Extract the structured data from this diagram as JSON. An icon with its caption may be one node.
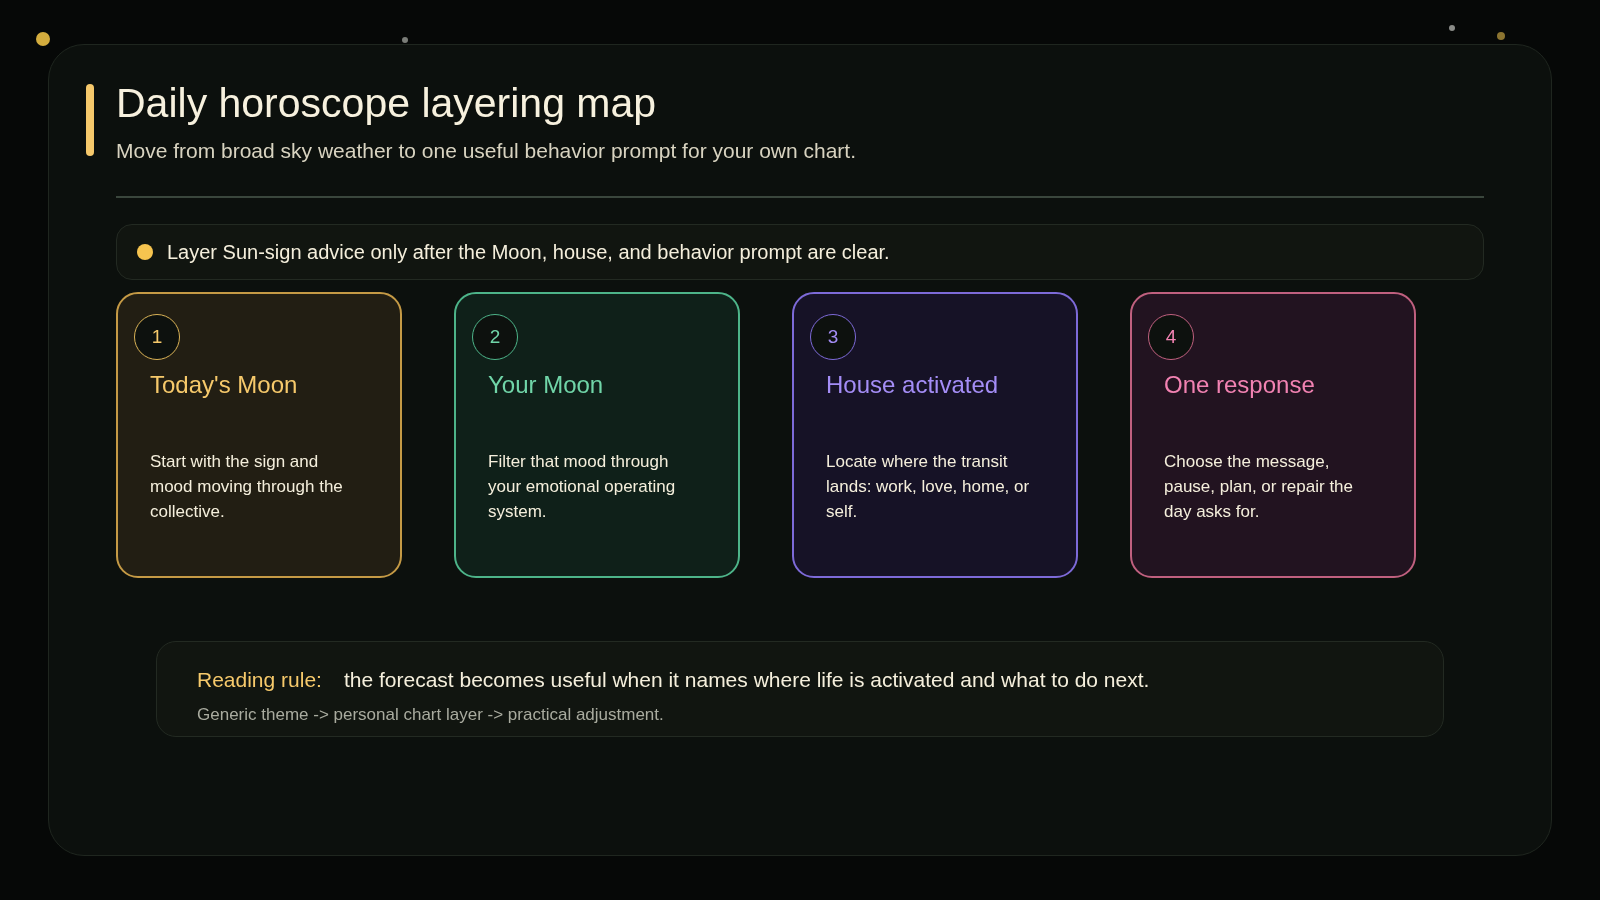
{
  "diagram": {
    "title": "Daily horoscope layering map",
    "nodes": [
      {
        "text": [
          "Layer Sun-sign advice only after the Moon, house, and behavior prompt are clear."
        ]
      },
      {
        "text": [
          "Today's Moon",
          "Start with the sign and mood moving through the collective."
        ]
      },
      {
        "text": [
          "1"
        ],
        "in": 1
      },
      {
        "text": [
          "Your Moon",
          "Filter that mood through your emotional operating system."
        ]
      },
      {
        "text": [
          "2"
        ],
        "in": 3
      },
      {
        "text": [
          "House activated",
          "Locate where the transit lands: work, love, home, or self."
        ]
      },
      {
        "text": [
          "3"
        ],
        "in": 5
      },
      {
        "text": [
          "One response",
          "Choose the message, pause, plan, or repair the day asks for."
        ]
      },
      {
        "text": [
          "4"
        ],
        "in": 7
      },
      {
        "text": [
          "Reading rule:",
          "the forecast becomes useful when it names where life is activated and what to do next.",
          "Generic theme -> personal chart layer -> practical adjustment."
        ]
      }
    ],
    "labels": [
      "Move from broad sky weather to one useful behavior prompt for your own chart."
    ]
  }
}
